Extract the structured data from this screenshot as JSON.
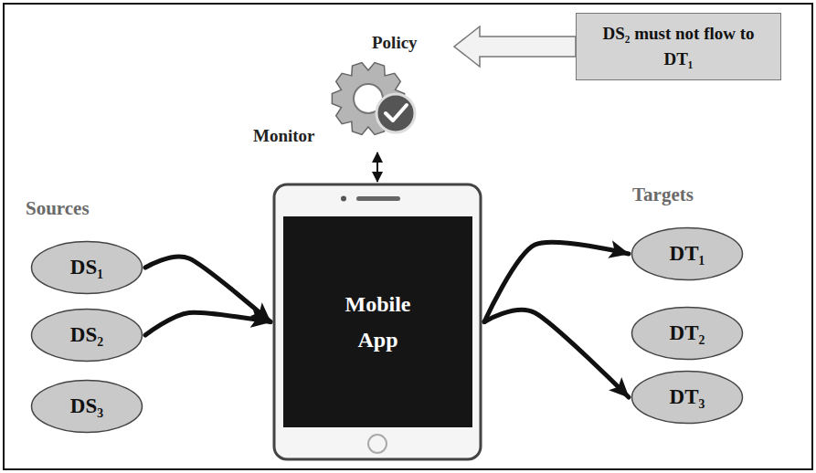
{
  "diagram": {
    "nodes": [
      {
        "text": [
          "DS₂ must not flow to DT₁"
        ]
      },
      {
        "text": [
          "Policy",
          "Monitor"
        ]
      },
      {
        "text": [
          "DS₁"
        ]
      },
      {
        "text": [
          "Mobile App"
        ]
      },
      {
        "text": [
          "DT₁"
        ]
      },
      {
        "text": [
          "DS₂"
        ]
      },
      {
        "text": [
          "DT₂"
        ]
      },
      {
        "text": [
          "DS₃"
        ]
      },
      {
        "text": [
          "DT₃"
        ]
      }
    ],
    "edges": [
      {
        "from": 0,
        "to": 1,
        "arrow": "to"
      },
      {
        "from": 1,
        "to": 3,
        "arrow": "both"
      },
      {
        "from": 2,
        "to": 3,
        "arrow": "to"
      },
      {
        "from": 5,
        "to": 3,
        "arrow": "to"
      },
      {
        "from": 3,
        "to": 4,
        "arrow": "to"
      },
      {
        "from": 3,
        "to": 8,
        "arrow": "to"
      }
    ],
    "labels": [
      "Sources",
      "Targets"
    ]
  }
}
